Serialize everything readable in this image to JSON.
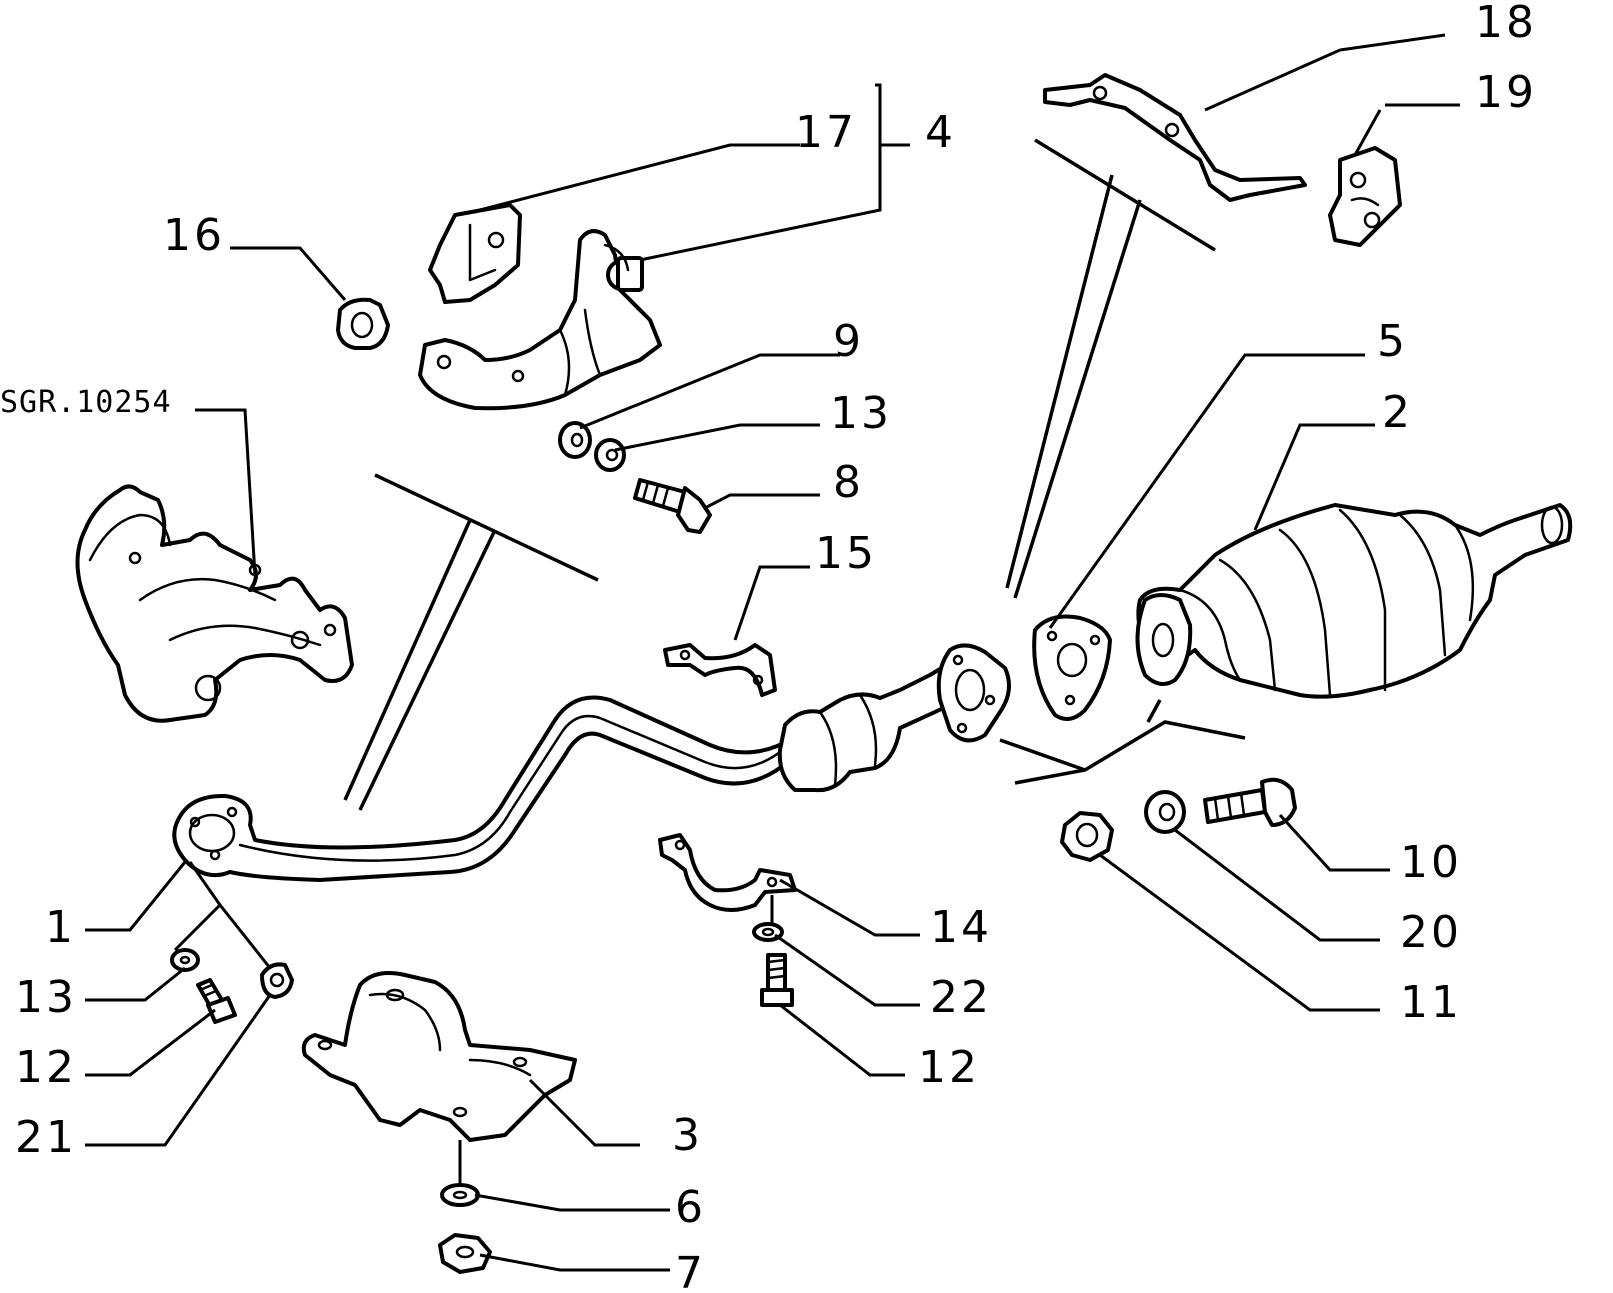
{
  "drawing": {
    "reference_code": "SGR.10254",
    "callouts": {
      "c1": "1",
      "c2": "2",
      "c3": "3",
      "c4": "4",
      "c5": "5",
      "c6": "6",
      "c7": "7",
      "c8": "8",
      "c9": "9",
      "c10": "10",
      "c11": "11",
      "c12a": "12",
      "c12b": "12",
      "c13a": "13",
      "c13b": "13",
      "c14": "14",
      "c15": "15",
      "c16": "16",
      "c17": "17",
      "c18": "18",
      "c19": "19",
      "c20": "20",
      "c21": "21",
      "c22": "22"
    }
  }
}
